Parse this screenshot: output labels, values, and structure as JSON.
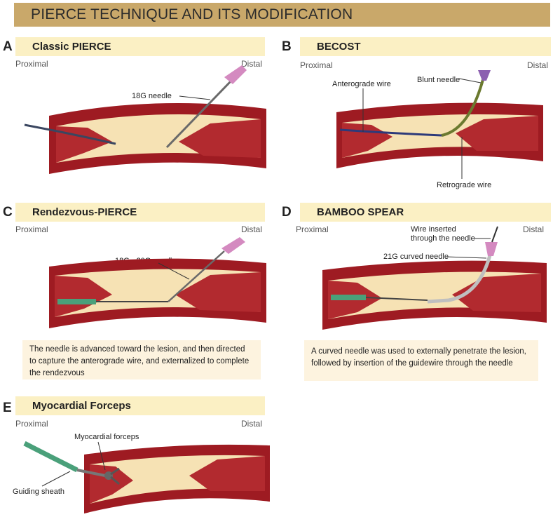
{
  "title": "PIERCE TECHNIQUE AND ITS MODIFICATION",
  "proximal": "Proximal",
  "distal": "Distal",
  "panels": {
    "A": {
      "letter": "A",
      "name": "Classic PIERCE",
      "labels": [
        "18G needle"
      ]
    },
    "B": {
      "letter": "B",
      "name": "BECOST",
      "labels": [
        "Anterograde wire",
        "Blunt needle",
        "Retrograde wire"
      ]
    },
    "C": {
      "letter": "C",
      "name": "Rendezvous-PIERCE",
      "labels": [
        "18G - 20G needle"
      ],
      "note": "The needle is advanced toward the lesion, and then directed to capture the anterograde wire, and externalized to complete the rendezvous"
    },
    "D": {
      "letter": "D",
      "name": "BAMBOO SPEAR",
      "labels": [
        "Wire inserted",
        "through the needle",
        "21G curved needle"
      ],
      "note": "A curved needle was used to externally penetrate the lesion, followed by insertion of the guidewire through the needle"
    },
    "E": {
      "letter": "E",
      "name": "Myocardial Forceps",
      "labels": [
        "Myocardial forceps",
        "Guiding sheath"
      ]
    }
  },
  "colors": {
    "title_bg": "#c9a86a",
    "panel_bg": "#fbf0c4",
    "vessel": "#9e1b22",
    "lumen": "#f6e2b4",
    "note_bg": "#fdf3df"
  }
}
